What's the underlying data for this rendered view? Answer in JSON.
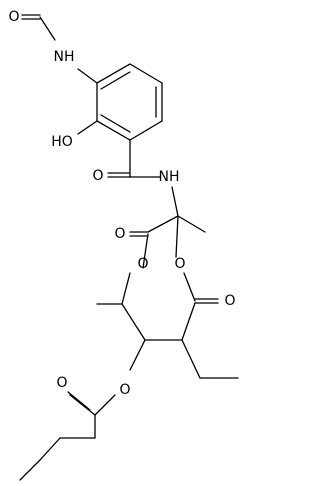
{
  "molecule": {
    "atom_labels": {
      "formyl_O": "O",
      "amide_NH_top": "NH",
      "phenol_OH": "HO",
      "amide_O": "O",
      "amide_NH": "NH",
      "ring_carbonyl_O_left": "O",
      "ring_O_left": "O",
      "ring_O_right": "O",
      "ring_carbonyl_O_right": "O",
      "ester_carbonyl_O": "O",
      "ester_O": "O"
    }
  }
}
